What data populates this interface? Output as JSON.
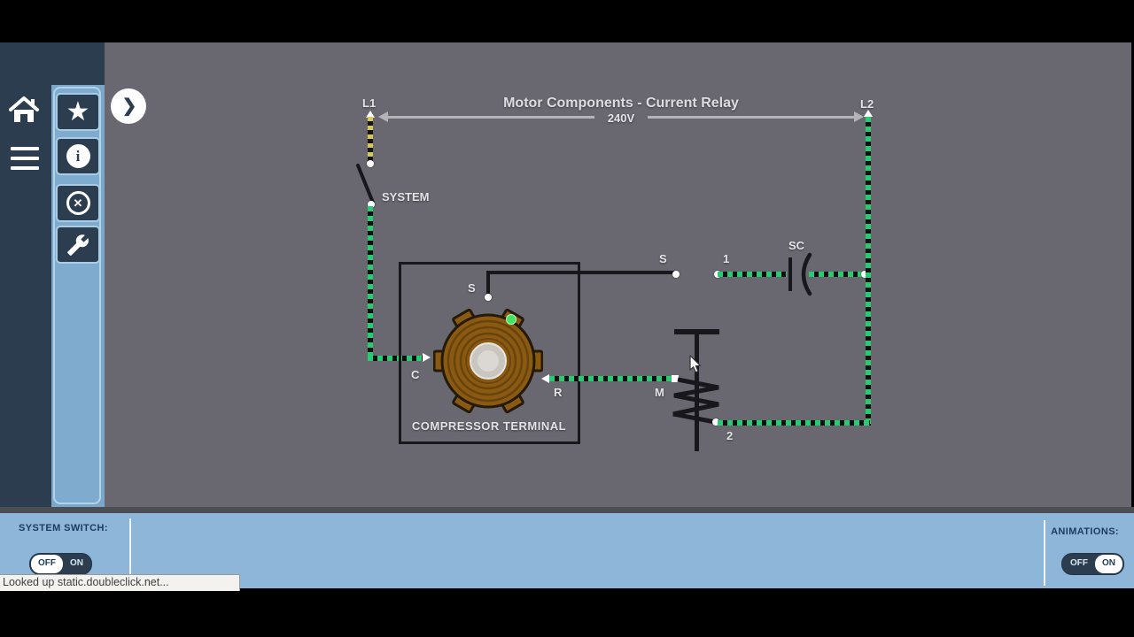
{
  "sidebar": {
    "icons": [
      {
        "name": "home-icon"
      },
      {
        "name": "menu-icon"
      }
    ],
    "panel_icons": [
      {
        "name": "expand-arrow-icon"
      },
      {
        "name": "star-icon"
      },
      {
        "name": "info-icon"
      },
      {
        "name": "close-icon"
      },
      {
        "name": "wrench-icon"
      }
    ],
    "info_glyph": "i",
    "close_glyph": "✕",
    "star_glyph": "★",
    "expand_glyph": "❯"
  },
  "diagram": {
    "title": "Motor Components - Current Relay",
    "voltage": "240V",
    "l1": "L1",
    "l2": "L2",
    "system_label": "SYSTEM",
    "compressor_label": "COMPRESSOR TERMINAL",
    "terminals": {
      "s_motor": "S",
      "s_contact": "S",
      "c": "C",
      "r": "R",
      "m": "M",
      "contact_1": "1",
      "contact_2": "2",
      "sc": "SC"
    }
  },
  "footer": {
    "system_switch_label": "SYSTEM SWITCH:",
    "animations_label": "ANIMATIONS:",
    "off_label": "OFF",
    "on_label": "ON",
    "system_switch_state": "OFF",
    "animations_state": "ON"
  },
  "status_bar": {
    "text": "Looked up static.doubleclick.net..."
  },
  "colors": {
    "wire_active": "#24cd70",
    "wire_l1": "#d6c955",
    "sidebar_navy": "#2b3d4f",
    "panel_blue": "#7ba7c9",
    "footer_blue": "#8db6d9",
    "canvas_gray": "#696871",
    "motor_brown": "#8a5a12"
  }
}
